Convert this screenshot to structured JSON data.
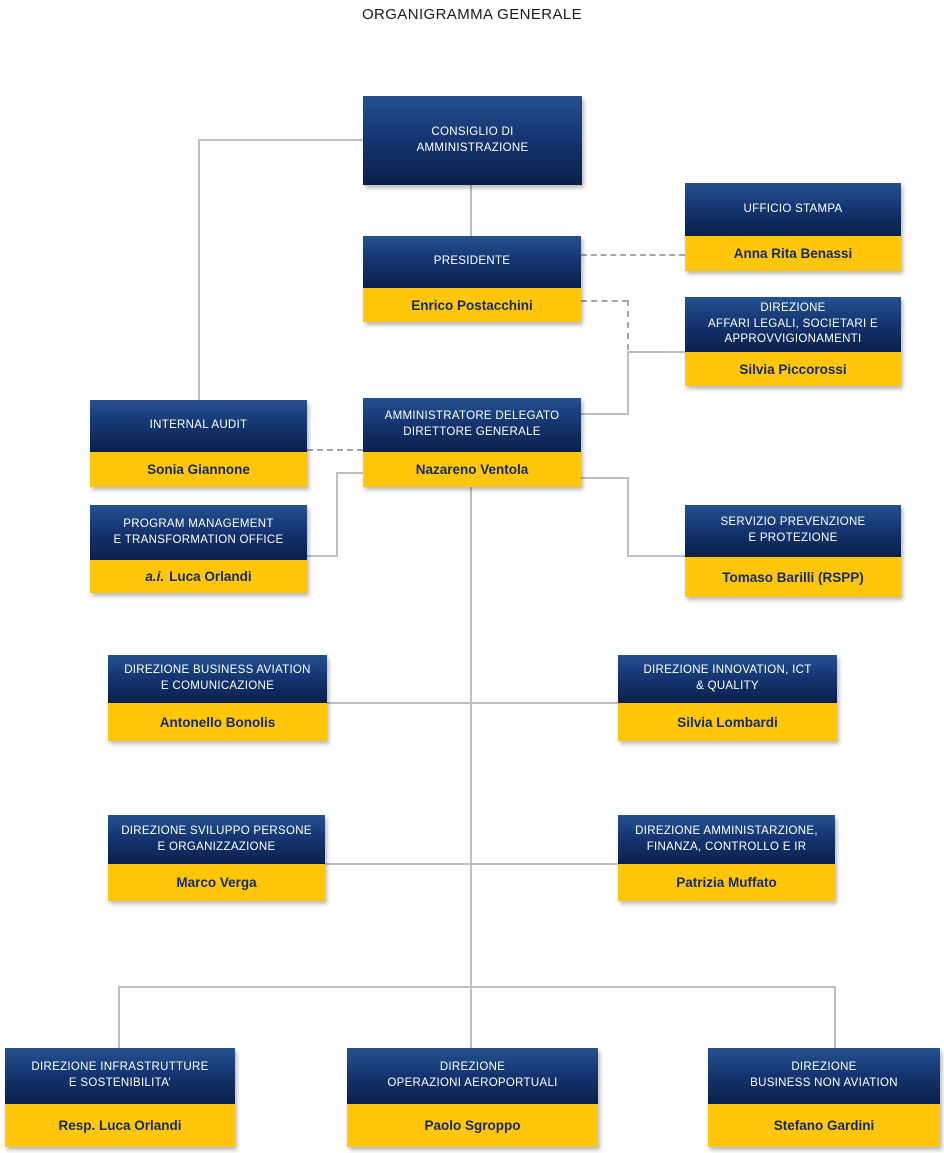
{
  "title": "ORGANIGRAMMA GENERALE",
  "colors": {
    "box_blue_top": "#24528f",
    "box_blue_bottom": "#0a2049",
    "box_yellow": "#ffc60a",
    "name_text": "#152a5e",
    "header_text": "#ffffff",
    "line_solid": "#bfbfbf",
    "line_dashed": "#a6a6a6"
  },
  "nodes": {
    "cda": {
      "title": "CONSIGLIO DI\nAMMINISTRAZIONE"
    },
    "ufficio_stampa": {
      "title": "UFFICIO STAMPA",
      "name": "Anna Rita Benassi"
    },
    "presidente": {
      "title": "PRESIDENTE",
      "name": "Enrico Postacchini"
    },
    "affari_legali": {
      "title": "DIREZIONE\nAFFARI LEGALI, SOCIETARI E\nAPPROVVIGIONAMENTI",
      "name": "Silvia Piccorossi"
    },
    "internal_audit": {
      "title": "INTERNAL AUDIT",
      "name": "Sonia Giannone"
    },
    "ad": {
      "title": "AMMINISTRATORE DELEGATO\nDIRETTORE GENERALE",
      "name": "Nazareno Ventola"
    },
    "pmo": {
      "title": "PROGRAM MANAGEMENT\nE TRANSFORMATION OFFICE",
      "name_prefix": "a.i.",
      "name": "Luca Orlandi"
    },
    "prevenzione": {
      "title": "SERVIZIO PREVENZIONE\nE PROTEZIONE",
      "name": "Tomaso Barilli (RSPP)"
    },
    "business_aviation": {
      "title": "DIREZIONE BUSINESS AVIATION\nE COMUNICAZIONE",
      "name": "Antonello Bonolis"
    },
    "innovation": {
      "title": "DIREZIONE INNOVATION, ICT\n& QUALITY",
      "name": "Silvia Lombardi"
    },
    "sviluppo": {
      "title": "DIREZIONE SVILUPPO PERSONE\nE ORGANIZZAZIONE",
      "name": "Marco Verga"
    },
    "afc": {
      "title": "DIREZIONE AMMINISTARZIONE,\nFINANZA, CONTROLLO E IR",
      "name": "Patrizia Muffato"
    },
    "infrastrutture": {
      "title": "DIREZIONE INFRASTRUTTURE\nE SOSTENIBILITA’",
      "name": "Resp. Luca Orlandi"
    },
    "operazioni": {
      "title": "DIREZIONE\nOPERAZIONI AEROPORTUALI",
      "name": "Paolo Sgroppo"
    },
    "business_non_aviation": {
      "title": "DIREZIONE\nBUSINESS NON AVIATION",
      "name": "Stefano Gardini"
    }
  }
}
